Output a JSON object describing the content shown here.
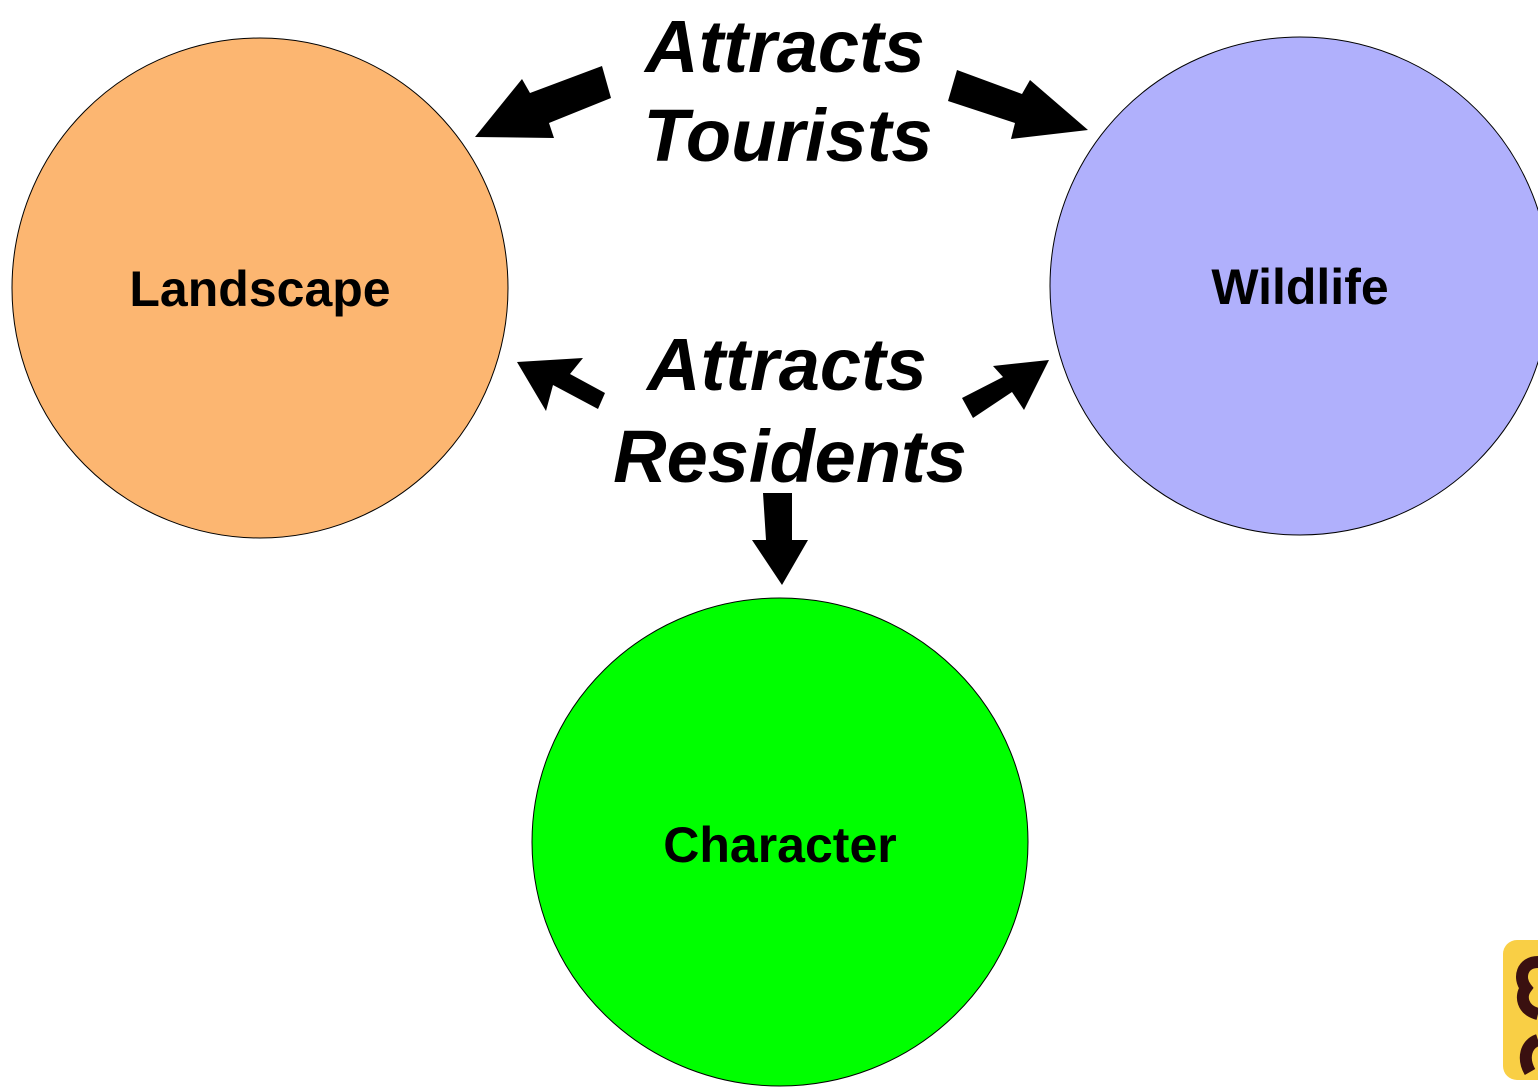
{
  "nodes": {
    "landscape": {
      "label": "Landscape",
      "color": "#fcb671"
    },
    "wildlife": {
      "label": "Wildlife",
      "color": "#b0b0fc"
    },
    "character": {
      "label": "Character",
      "color": "#00ff00"
    }
  },
  "relations": {
    "tourists": {
      "line1": "Attracts",
      "line2": "Tourists"
    },
    "residents": {
      "line1": "Attracts",
      "line2": "Residents"
    }
  },
  "colors": {
    "arrow": "#000000",
    "node_border": "#000000",
    "corner_badge": "#f9cf45"
  }
}
